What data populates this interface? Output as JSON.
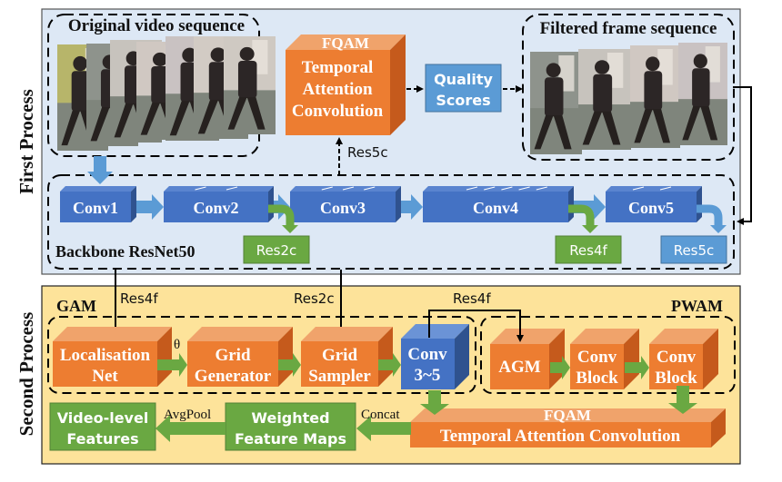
{
  "colors": {
    "first_panel_bg": "#dde8f5",
    "second_panel_bg": "#fde39a",
    "conv_blue": "#4472c4",
    "light_blue": "#5b9bd5",
    "orange": "#ed7d31",
    "green": "#6aa842",
    "dash": "#000000"
  },
  "side_labels": {
    "first": "First Process",
    "second": "Second Process"
  },
  "first_process": {
    "original_sequence_title": "Original video sequence",
    "original_frame_count": 7,
    "filtered_sequence_title": "Filtered frame sequence",
    "filtered_frame_count": 4,
    "fqam": {
      "title": "FQAM",
      "lines": [
        "Temporal",
        "Attention",
        "Convolution"
      ]
    },
    "quality_scores": [
      "Quality",
      "Scores"
    ],
    "res5c_link_label": "Res5c",
    "backbone": {
      "title": "Backbone ResNet50",
      "blocks": [
        "Conv1",
        "Conv2",
        "Conv3",
        "Conv4",
        "Conv5"
      ],
      "outputs": {
        "res2c": "Res2c",
        "res4f": "Res4f",
        "res5c": "Res5c"
      }
    }
  },
  "second_process": {
    "gam": {
      "title": "GAM",
      "blocks": [
        [
          "Localisation",
          "Net"
        ],
        [
          "Grid",
          "Generator"
        ],
        [
          "Grid",
          "Sampler"
        ]
      ],
      "theta": "θ",
      "conv35": [
        "Conv",
        "3~5"
      ],
      "input_res4f": "Res4f",
      "input_res2c": "Res2c"
    },
    "pwam": {
      "title": "PWAM",
      "blocks": [
        [
          "AGM"
        ],
        [
          "Conv",
          "Block"
        ],
        [
          "Conv",
          "Block"
        ]
      ],
      "input_res4f": "Res4f"
    },
    "fqam": {
      "title": "FQAM",
      "line": "Temporal Attention Convolution"
    },
    "weighted": [
      "Weighted",
      "Feature Maps"
    ],
    "video_level": [
      "Video-level",
      "Features"
    ],
    "concat_label": "Concat",
    "avgpool_label": "AvgPool"
  }
}
